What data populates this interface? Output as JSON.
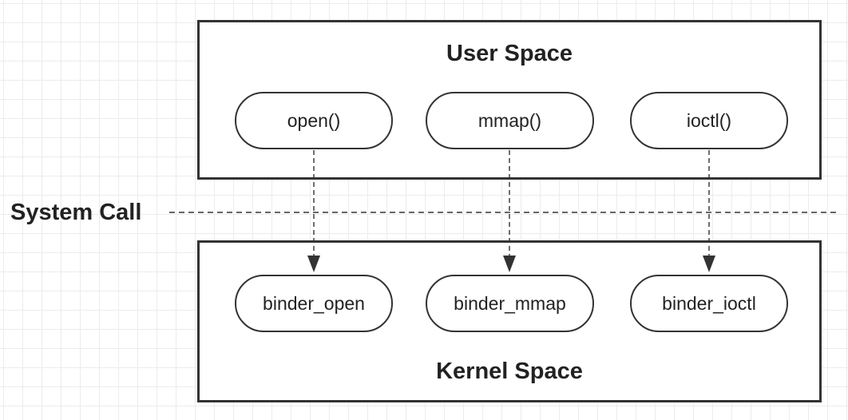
{
  "diagram": {
    "user_space": {
      "title": "User Space",
      "calls": [
        "open()",
        "mmap()",
        "ioctl()"
      ]
    },
    "system_call": {
      "label": "System Call"
    },
    "kernel_space": {
      "title": "Kernel Space",
      "handlers": [
        "binder_open",
        "binder_mmap",
        "binder_ioctl"
      ]
    }
  },
  "colors": {
    "stroke": "#333333",
    "grid": "#ececec",
    "background": "#ffffff"
  }
}
